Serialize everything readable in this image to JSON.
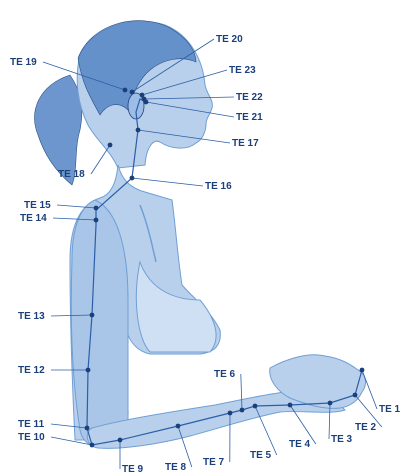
{
  "figure": {
    "colors": {
      "ink": "#1a3f7a",
      "body_fill": "#b9d0ec",
      "body_shade": "#6f9fd4",
      "hair": "#5d8bc8",
      "line": "#2b5ea8",
      "point": "#1a3f7a"
    },
    "points": [
      {
        "id": "TE 1",
        "label": "TE 1"
      },
      {
        "id": "TE 2",
        "label": "TE 2"
      },
      {
        "id": "TE 3",
        "label": "TE 3"
      },
      {
        "id": "TE 4",
        "label": "TE 4"
      },
      {
        "id": "TE 5",
        "label": "TE 5"
      },
      {
        "id": "TE 6",
        "label": "TE 6"
      },
      {
        "id": "TE 7",
        "label": "TE 7"
      },
      {
        "id": "TE 8",
        "label": "TE 8"
      },
      {
        "id": "TE 9",
        "label": "TE 9"
      },
      {
        "id": "TE 10",
        "label": "TE 10"
      },
      {
        "id": "TE 11",
        "label": "TE 11"
      },
      {
        "id": "TE 12",
        "label": "TE 12"
      },
      {
        "id": "TE 13",
        "label": "TE 13"
      },
      {
        "id": "TE 14",
        "label": "TE 14"
      },
      {
        "id": "TE 15",
        "label": "TE 15"
      },
      {
        "id": "TE 16",
        "label": "TE 16"
      },
      {
        "id": "TE 17",
        "label": "TE 17"
      },
      {
        "id": "TE 18",
        "label": "TE 18"
      },
      {
        "id": "TE 19",
        "label": "TE 19"
      },
      {
        "id": "TE 20",
        "label": "TE 20"
      },
      {
        "id": "TE 21",
        "label": "TE 21"
      },
      {
        "id": "TE 22",
        "label": "TE 22"
      },
      {
        "id": "TE 23",
        "label": "TE 23"
      }
    ]
  }
}
